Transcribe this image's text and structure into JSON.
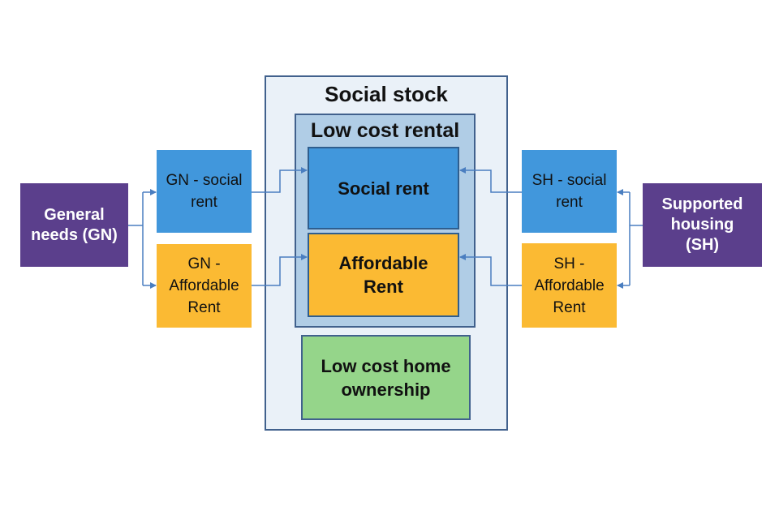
{
  "left": {
    "source": "General needs (GN)",
    "social_rent": "GN - social rent",
    "affordable_rent": "GN - Affordable Rent"
  },
  "right": {
    "source": "Supported housing (SH)",
    "social_rent": "SH - social rent",
    "affordable_rent": "SH - Affordable Rent"
  },
  "center": {
    "social_stock": "Social stock",
    "low_cost_rental": "Low cost rental",
    "social_rent": "Social rent",
    "affordable_rent": "Affordable Rent",
    "low_cost_home_ownership": "Low cost home ownership"
  },
  "colors": {
    "purple": "#5B3F8C",
    "blue": "#4197DC",
    "orange": "#FBBA33",
    "green": "#95D58A",
    "connector": "#4A7EC0"
  }
}
